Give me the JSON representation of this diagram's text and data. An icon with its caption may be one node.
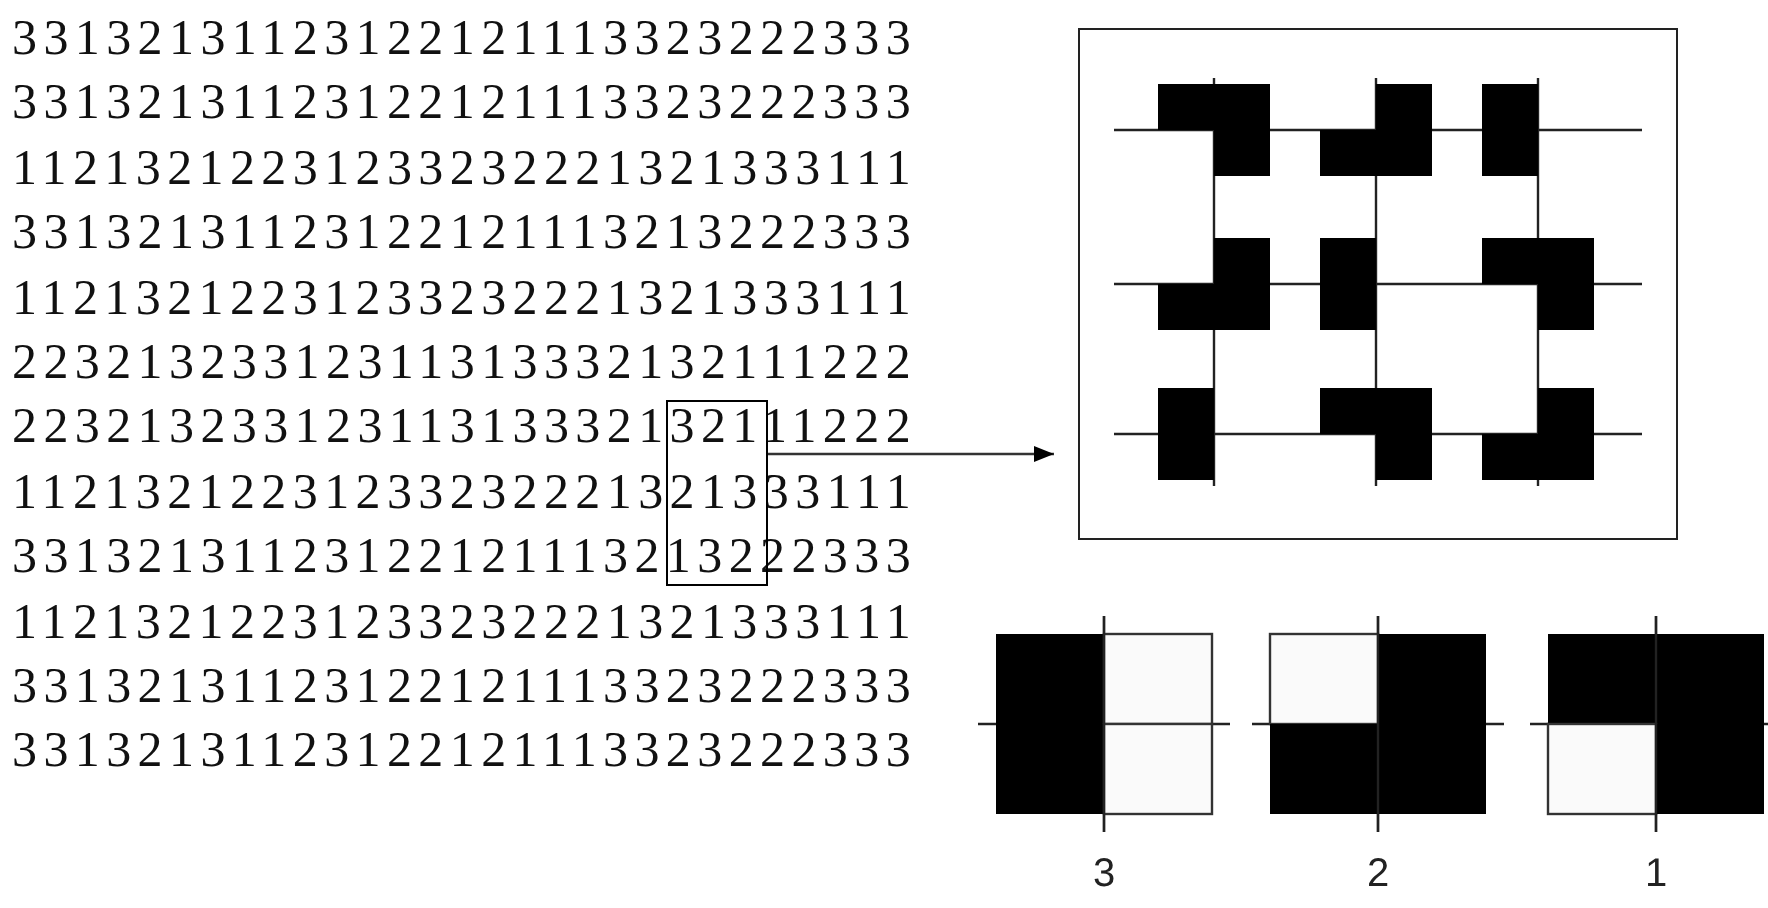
{
  "diagram": {
    "nodes": [
      {
        "text": [],
        "shape": "box"
      },
      {
        "text": [],
        "shape": "picture"
      }
    ],
    "edges": [
      {
        "from": 0,
        "to": 1,
        "arrow": "to"
      }
    ],
    "labels": [
      "33132131123122121113323222333",
      "33132131123122121113323222333",
      "11213212231233232221321333111",
      "33132131123122121113213222333",
      "11213212231233232221321333111",
      "22321323312311313332132111222",
      "22321323312311313332132111222",
      "11213212231233232221321333111",
      "33132131123122121113213222333",
      "11213212231233232221321333111",
      "33132131123122121113323222333",
      "33132131123122121113323222333",
      "3",
      "2",
      "1"
    ]
  }
}
